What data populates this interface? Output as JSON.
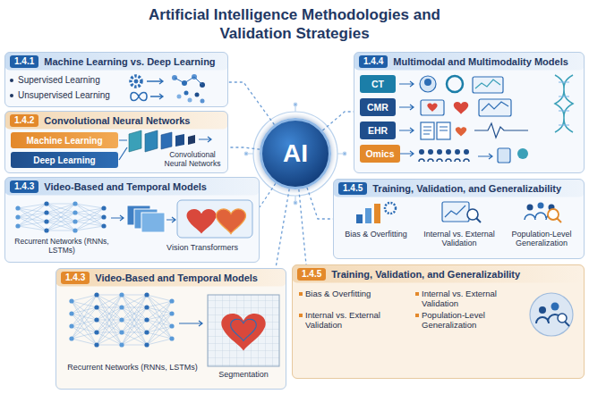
{
  "diagram": {
    "title": "Artificial Intelligence Methodologies and Validation Strategies",
    "nodes": [
      {
        "text": [
          "1.4.1",
          "Machine Learning vs. Deep Learning"
        ]
      },
      {
        "text": [
          "1.4.4",
          "Multimodal and Multimodality Models"
        ]
      },
      {
        "text": [
          "CT"
        ],
        "in": 1
      },
      {
        "text": [
          "CMR"
        ],
        "in": 1
      },
      {
        "text": [
          "EHR"
        ],
        "in": 1
      },
      {
        "text": [
          "Omics"
        ],
        "in": 1
      },
      {
        "text": [
          "1.4.2",
          "Convolutional Neural Networks"
        ]
      },
      {
        "text": [
          "Machine Learning"
        ],
        "in": 6
      },
      {
        "text": [
          "Deep Learning"
        ],
        "in": 6
      },
      {
        "text": [
          "AI"
        ]
      },
      {
        "text": [
          "1.4.5",
          "Training, Validation, and Generalizability"
        ]
      },
      {
        "text": [
          "1.4.3",
          "Video-Based and Temporal Models"
        ]
      },
      {
        "text": [
          "1.4.3",
          "Video-Based and Temporal Models"
        ]
      },
      {
        "text": [
          "1.4.5",
          "Training, Validation, and Generalizability"
        ]
      }
    ],
    "edges": [
      {
        "from": 9,
        "to": 0,
        "arrow": "none"
      },
      {
        "from": 9,
        "to": 6,
        "arrow": "none"
      },
      {
        "from": 9,
        "to": 1,
        "arrow": "none"
      },
      {
        "from": 9,
        "to": 10,
        "arrow": "none"
      },
      {
        "from": 9,
        "to": 11,
        "arrow": "none"
      },
      {
        "from": 9,
        "to": 12,
        "arrow": "none"
      },
      {
        "from": 9,
        "to": 13,
        "arrow": "none"
      }
    ],
    "labels": [
      "Supervised Learning",
      "Unsupervised Learning",
      "Convolutional Neural Networks",
      "Recurrent Networks (RNNs, LSTMs)",
      "Vision Transformers",
      "Bias & Overfitting",
      "Internal vs. External Validation",
      "Population-Level Generalization",
      "Recurrent Networks (RNNs, LSTMs)",
      "Segmentation",
      "Bias & Overfitting",
      "Internal vs. External Validation",
      "Internal vs. External Validation",
      "Population-Level Generalization"
    ]
  }
}
